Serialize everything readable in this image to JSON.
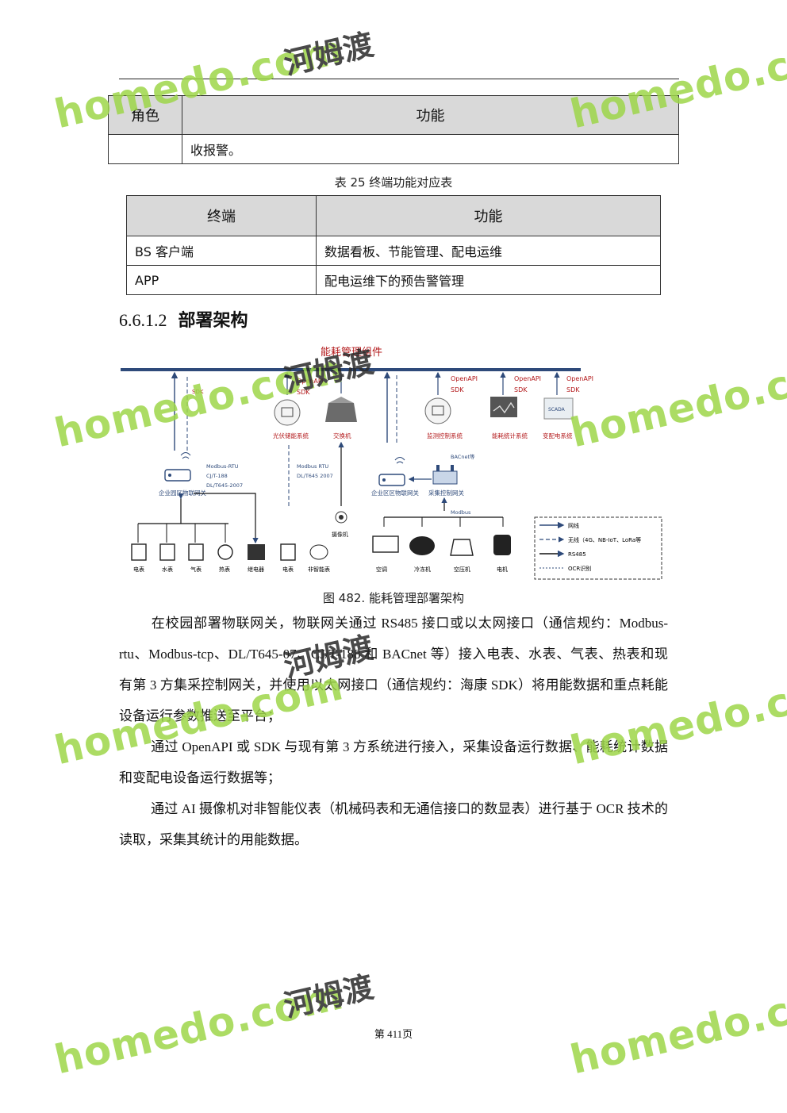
{
  "roles_table": {
    "headers": [
      "角色",
      "功能"
    ],
    "rows": [
      [
        "",
        "收报警。"
      ]
    ]
  },
  "terminal_table": {
    "caption": "表 25  终端功能对应表",
    "headers": [
      "终端",
      "功能"
    ],
    "rows": [
      [
        "BS 客户端",
        "数据看板、节能管理、配电运维"
      ],
      [
        "APP",
        "配电运维下的预告警管理"
      ]
    ]
  },
  "section": {
    "number": "6.6.1.2",
    "title": "部署架构"
  },
  "diagram": {
    "caption": "图 482.   能耗管理部署架构",
    "top_bar_label": "能耗管理组件",
    "labels": {
      "openapi": "OpenAPI",
      "sdk": "SDK",
      "gateway_left": "企业园区物联网关",
      "gateway_right": "企业区区物联网关",
      "collect_gateway": "采集控制网关",
      "protocols_left": [
        "Modbus-RTU",
        "CJ/T-188",
        "DL/T645-2007"
      ],
      "protocols_mid": [
        "Modbus RTU",
        "DL/T645 2007"
      ],
      "bacnet": "BACnet等",
      "modbus": "Modbus",
      "camera": "摄像机",
      "sys1": "光伏储能系统",
      "switch": "交换机",
      "sys3": "监测控制系统",
      "sys4": "能耗统计系统",
      "sys5": "变配电系统",
      "scada": "SCADA",
      "devices_left": [
        "电表",
        "水表",
        "气表",
        "热表",
        "继电器",
        "电表",
        "非智能表"
      ],
      "devices_right": [
        "空调",
        "冷冻机",
        "空压机",
        "电机"
      ]
    },
    "legend": [
      "网线",
      "无线（4G、NB-IoT、LoRa等",
      "RS485",
      "OCR识别"
    ]
  },
  "paragraphs": [
    "在校园部署物联网关，物联网关通过 RS485 接口或以太网接口（通信规约：Modbus-rtu、Modbus-tcp、DL/T645-07、CJ/T-188 和 BACnet 等）接入电表、水表、气表、热表和现有第 3 方集采控制网关，并使用以太网接口（通信规约：海康 SDK）将用能数据和重点耗能设备运行参数推送至平台；",
    "通过 OpenAPI 或 SDK 与现有第 3 方系统进行接入，采集设备运行数据、能耗统计数据和变配电设备运行数据等；",
    "通过 AI 摄像机对非智能仪表（机械码表和无通信接口的数显表）进行基于 OCR 技术的读取，采集其统计的用能数据。"
  ],
  "footer": "第 411页",
  "watermark": {
    "latin": "homedo.com",
    "chinese": "河姆渡"
  },
  "colors": {
    "accent": "#2e4a7a",
    "red_label": "#b3191b",
    "watermark_green": "#9ed64a"
  }
}
